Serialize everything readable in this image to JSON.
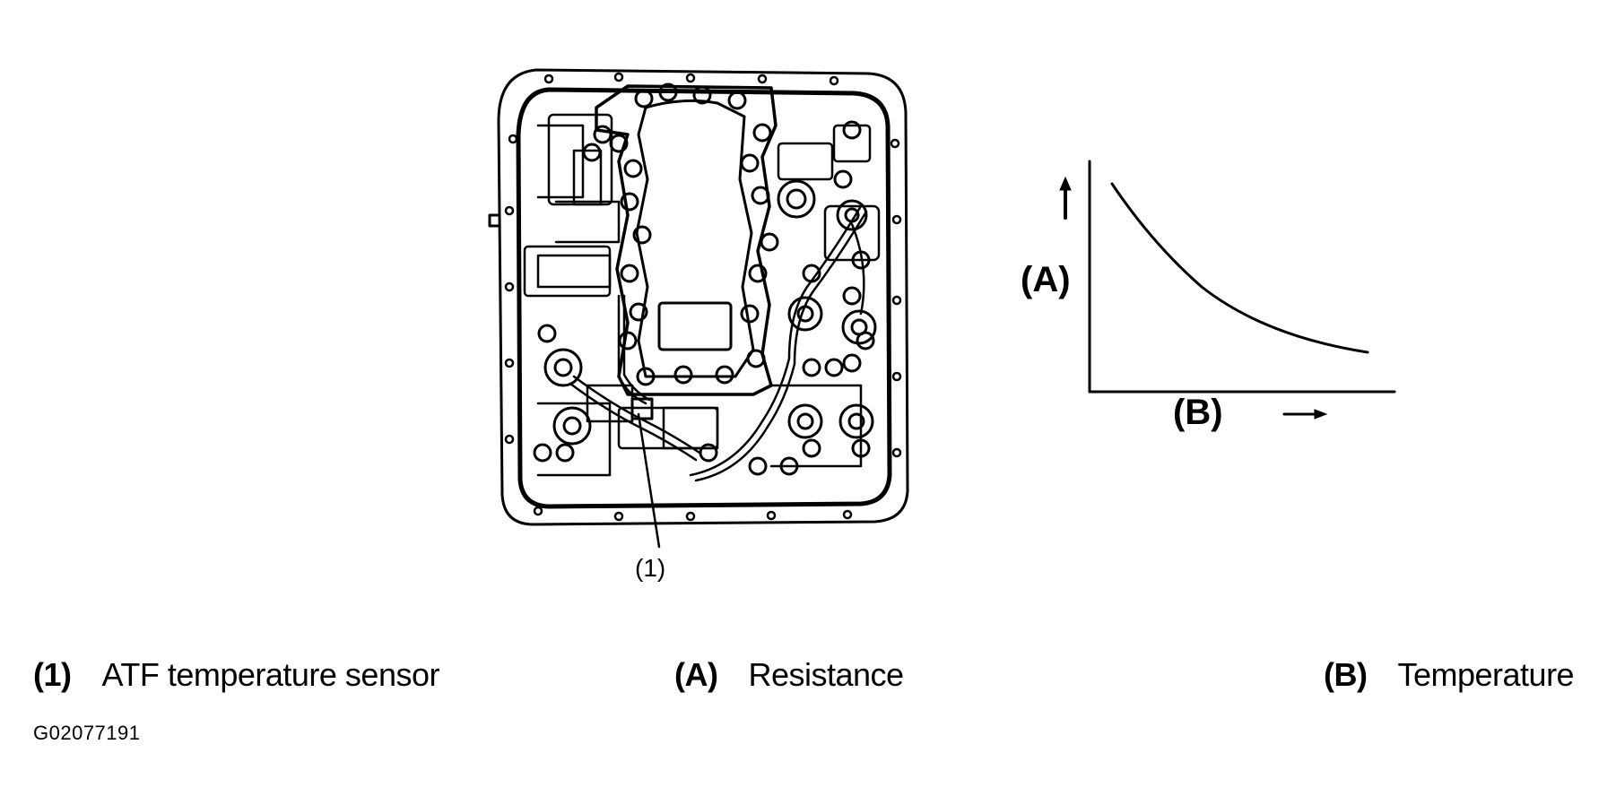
{
  "illustration": {
    "callout_label": "(1)"
  },
  "graph": {
    "y_label": "(A)",
    "x_label": "(B)"
  },
  "legend": {
    "items": [
      {
        "key": "(1)",
        "text": "ATF temperature sensor"
      },
      {
        "key": "(A)",
        "text": "Resistance"
      },
      {
        "key": "(B)",
        "text": "Temperature"
      }
    ]
  },
  "figure_id": "G02077191"
}
